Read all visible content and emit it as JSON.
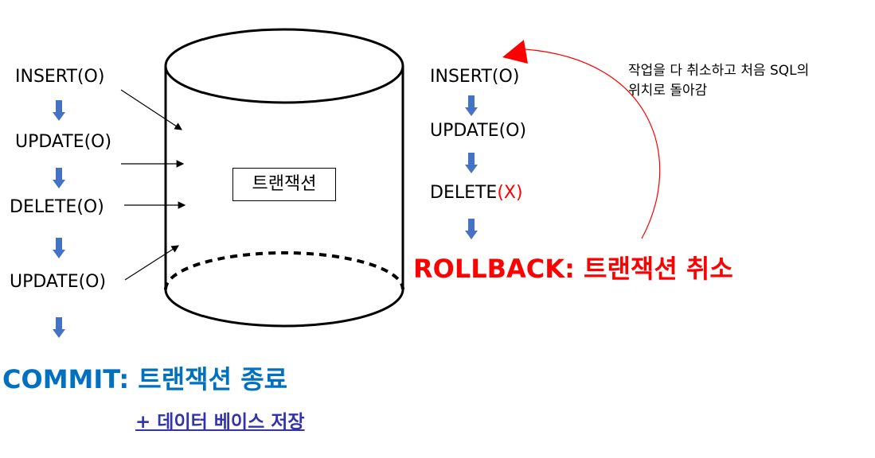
{
  "left_sequence": [
    {
      "label": "INSERT(O)"
    },
    {
      "label": "UPDATE(O)"
    },
    {
      "label": "DELETE(O)"
    },
    {
      "label": "UPDATE(O)"
    }
  ],
  "cylinder_label": "트랜잭션",
  "commit_text": "COMMIT: 트랜잭션 종료",
  "save_text": "+ 데이터 베이스 저장",
  "right_sequence": {
    "insert": "INSERT(O)",
    "update": "UPDATE(O)",
    "delete_main": "DELETE",
    "delete_status": "(X)"
  },
  "rollback_text": "ROLLBACK: 트랜잭션 취소",
  "rollback_note_line1": "작업을 다 취소하고 처음 SQL의",
  "rollback_note_line2": "위치로 돌아감",
  "colors": {
    "commit": "#0070c0",
    "rollback": "#ff0000",
    "down_arrow": "#4472c4",
    "save_link": "#3333aa"
  }
}
